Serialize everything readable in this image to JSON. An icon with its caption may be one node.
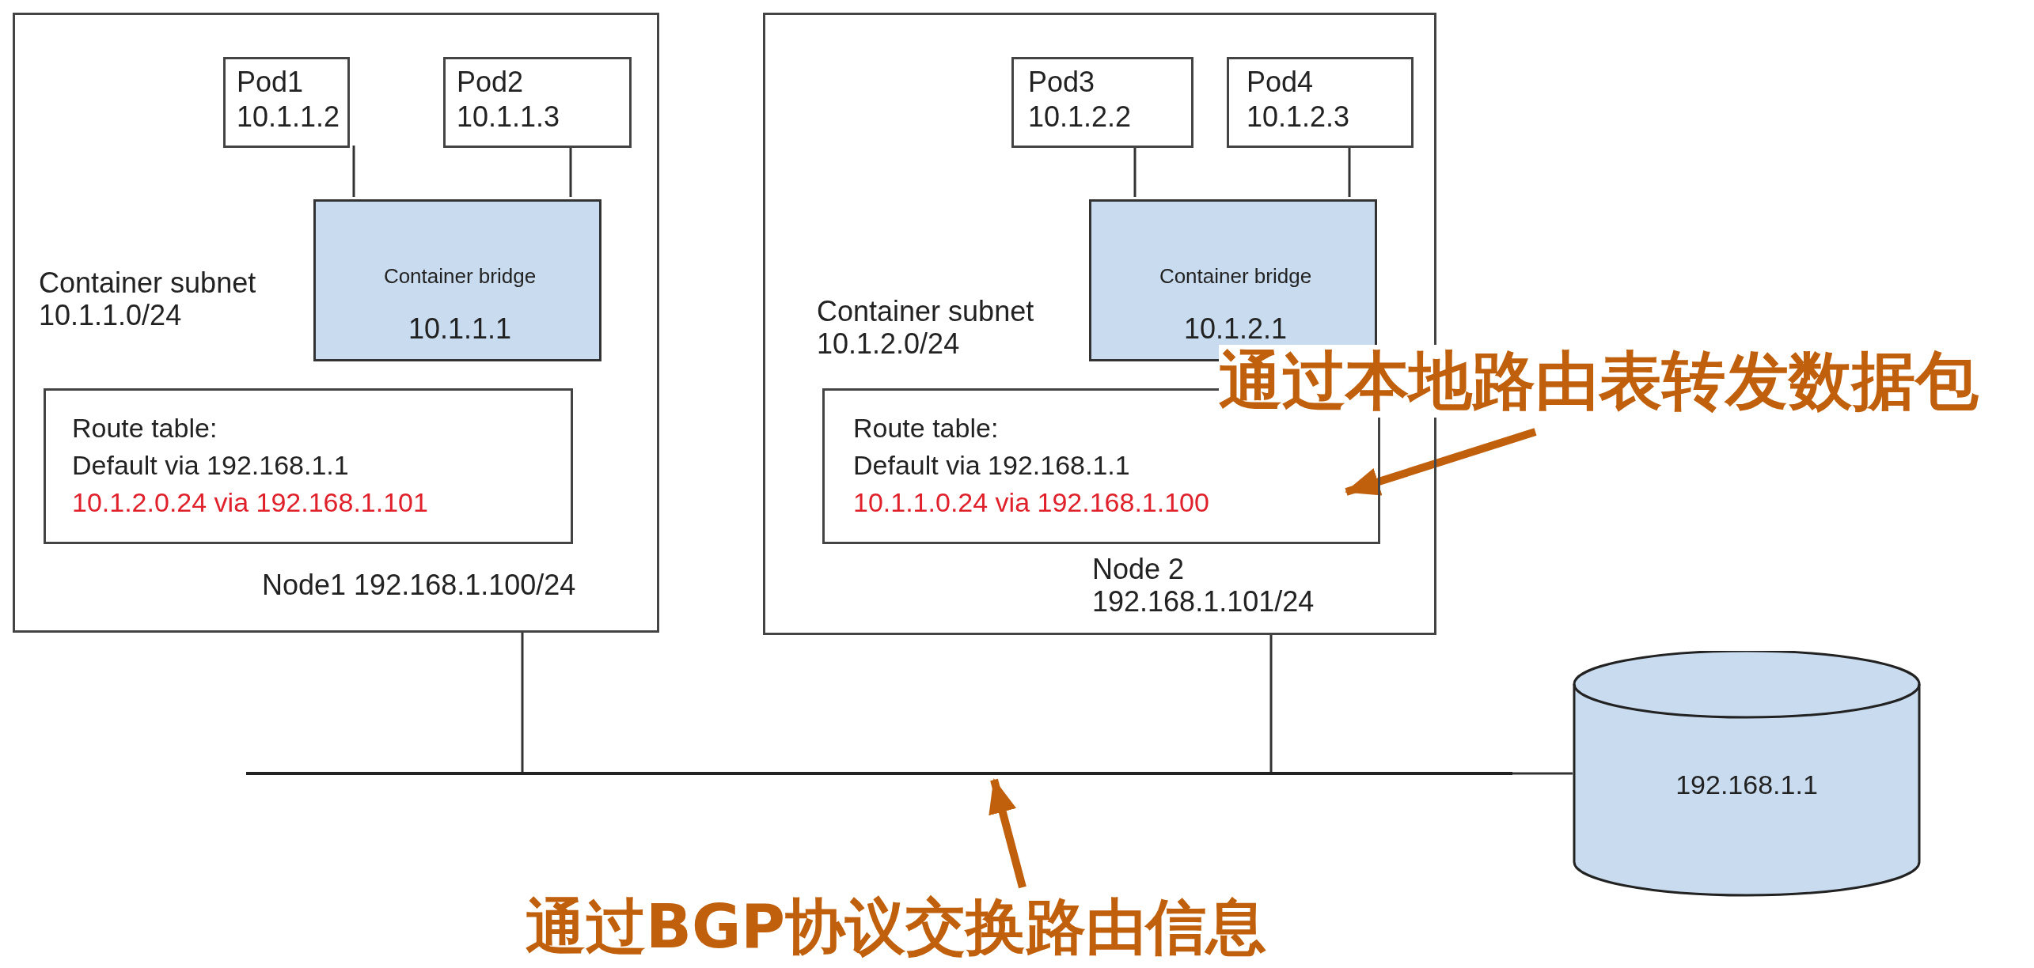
{
  "diagram": {
    "nodes": [
      {
        "text": [
          "Container subnet 10.1.1.0/24",
          "Node1 192.168.1.100/24"
        ]
      },
      {
        "text": [
          "Pod1",
          "10.1.1.2"
        ],
        "in": 0
      },
      {
        "text": [
          "Pod2",
          "10.1.1.3"
        ],
        "in": 0
      },
      {
        "text": [
          "Container bridge",
          "10.1.1.1"
        ],
        "in": 0
      },
      {
        "text": [
          "Route table:",
          "Default via 192.168.1.1",
          "10.1.2.0.24 via 192.168.1.101"
        ],
        "in": 0
      },
      {
        "text": [
          "Container subnet 10.1.2.0/24",
          "Node 2 192.168.1.101/24"
        ]
      },
      {
        "text": [
          "Pod3",
          "10.1.2.2"
        ],
        "in": 5
      },
      {
        "text": [
          "Pod4",
          "10.1.2.3"
        ],
        "in": 5
      },
      {
        "text": [
          "Container bridge",
          "10.1.2.1"
        ],
        "in": 5
      },
      {
        "text": [
          "Route table:",
          "Default via 192.168.1.1",
          "10.1.1.0.24 via 192.168.1.100"
        ],
        "in": 5
      },
      {
        "text": [
          "通过本地路由表转发数据包"
        ]
      },
      {
        "text": [],
        "shape": "bar"
      },
      {
        "text": [
          "192.168.1.1"
        ]
      },
      {
        "text": [
          "通过BGP协议交换路由信息"
        ]
      }
    ],
    "edges": [
      {
        "from": 1,
        "to": 3,
        "arrow": "none"
      },
      {
        "from": 2,
        "to": 3,
        "arrow": "none"
      },
      {
        "from": 6,
        "to": 8,
        "arrow": "none"
      },
      {
        "from": 7,
        "to": 8,
        "arrow": "none"
      },
      {
        "from": 0,
        "to": 11,
        "arrow": "none"
      },
      {
        "from": 5,
        "to": 11,
        "arrow": "none"
      },
      {
        "from": 11,
        "to": 12,
        "arrow": "none"
      },
      {
        "from": 10,
        "to": 9,
        "arrow": "to",
        "style": "thick",
        "color": "#c0600c"
      },
      {
        "from": 13,
        "to": 11,
        "arrow": "to",
        "style": "thick",
        "color": "#c0600c"
      }
    ]
  }
}
